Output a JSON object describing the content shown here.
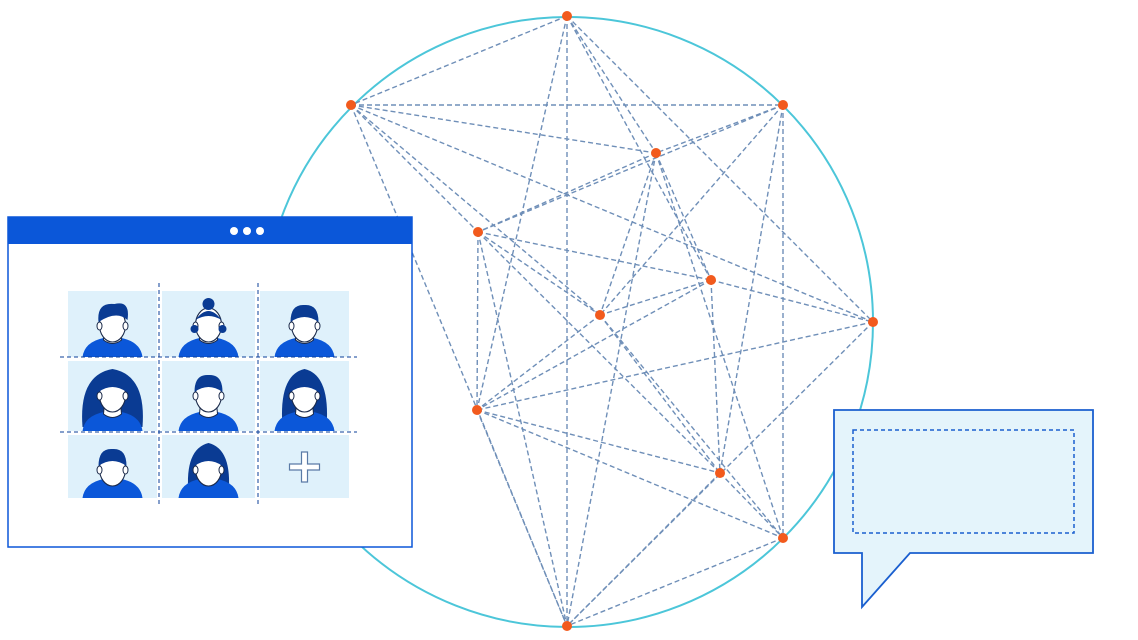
{
  "colors": {
    "circle": "#4cc6d9",
    "node": "#f25a1d",
    "edge": "#6f8fb8",
    "window_bar": "#0b57d9",
    "window_border": "#0b57d9",
    "avatar_cell": "#dff1fb",
    "avatar_dark": "#0a3b93",
    "avatar_mid": "#0b57d9",
    "bubble_fill": "#e4f4fb",
    "bubble_stroke": "#1a5fcf",
    "grid_dash": "#0b3f9a"
  },
  "icons": {
    "window_controls": "three-dots-icon",
    "add_participant": "plus-icon",
    "participants": "person-avatar-icon"
  },
  "network": {
    "nodes": [
      {
        "id": "n1"
      },
      {
        "id": "n2"
      },
      {
        "id": "n3"
      },
      {
        "id": "n4"
      },
      {
        "id": "n5"
      },
      {
        "id": "n6"
      },
      {
        "id": "n7"
      },
      {
        "id": "n8"
      },
      {
        "id": "n9"
      },
      {
        "id": "n10"
      },
      {
        "id": "n11"
      },
      {
        "id": "n12"
      }
    ],
    "edges": [
      [
        "n1",
        "n2"
      ],
      [
        "n1",
        "n4"
      ],
      [
        "n1",
        "n6"
      ],
      [
        "n1",
        "n7"
      ],
      [
        "n1",
        "n12"
      ],
      [
        "n2",
        "n3"
      ],
      [
        "n2",
        "n4"
      ],
      [
        "n2",
        "n5"
      ],
      [
        "n2",
        "n7"
      ],
      [
        "n2",
        "n12"
      ],
      [
        "n3",
        "n4"
      ],
      [
        "n3",
        "n5"
      ],
      [
        "n3",
        "n8"
      ],
      [
        "n3",
        "n11"
      ],
      [
        "n4",
        "n5"
      ],
      [
        "n4",
        "n6"
      ],
      [
        "n4",
        "n8"
      ],
      [
        "n4",
        "n11"
      ],
      [
        "n5",
        "n6"
      ],
      [
        "n5",
        "n8"
      ],
      [
        "n5",
        "n9"
      ],
      [
        "n5",
        "n12"
      ],
      [
        "n6",
        "n7"
      ],
      [
        "n6",
        "n8"
      ],
      [
        "n6",
        "n9"
      ],
      [
        "n6",
        "n10"
      ],
      [
        "n7",
        "n9"
      ],
      [
        "n7",
        "n12"
      ],
      [
        "n8",
        "n9"
      ],
      [
        "n8",
        "n10"
      ],
      [
        "n8",
        "n11"
      ],
      [
        "n9",
        "n10"
      ],
      [
        "n9",
        "n11"
      ],
      [
        "n9",
        "n12"
      ],
      [
        "n10",
        "n11"
      ],
      [
        "n10",
        "n12"
      ],
      [
        "n11",
        "n12"
      ],
      [
        "n1",
        "n9"
      ],
      [
        "n3",
        "n10"
      ],
      [
        "n2",
        "n8"
      ],
      [
        "n5",
        "n10"
      ],
      [
        "n4",
        "n12"
      ]
    ]
  },
  "video_window": {
    "participants": [
      {
        "hair": "quiff"
      },
      {
        "hair": "bun"
      },
      {
        "hair": "short"
      },
      {
        "hair": "curly"
      },
      {
        "hair": "short"
      },
      {
        "hair": "long"
      },
      {
        "hair": "short"
      },
      {
        "hair": "bob"
      },
      {
        "hair": "add"
      }
    ]
  }
}
